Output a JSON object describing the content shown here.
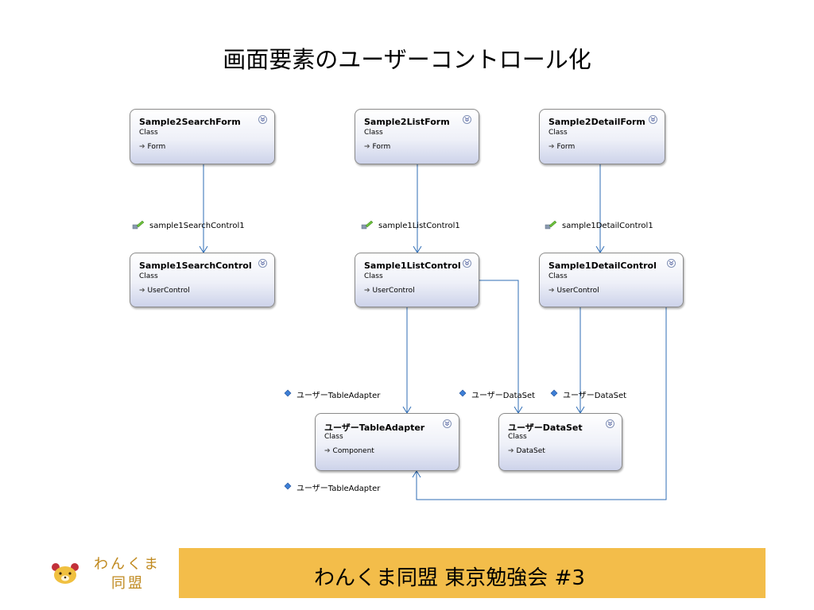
{
  "title": "画面要素のユーザーコントロール化",
  "classes": [
    {
      "name": "Sample2SearchForm",
      "kind": "Class",
      "base": "Form"
    },
    {
      "name": "Sample2ListForm",
      "kind": "Class",
      "base": "Form"
    },
    {
      "name": "Sample2DetailForm",
      "kind": "Class",
      "base": "Form"
    },
    {
      "name": "Sample1SearchControl",
      "kind": "Class",
      "base": "UserControl"
    },
    {
      "name": "Sample1ListControl",
      "kind": "Class",
      "base": "UserControl"
    },
    {
      "name": "Sample1DetailControl",
      "kind": "Class",
      "base": "UserControl"
    },
    {
      "name": "ユーザーTableAdapter",
      "kind": "Class",
      "base": "Component"
    },
    {
      "name": "ユーザーDataSet",
      "kind": "Class",
      "base": "DataSet"
    }
  ],
  "associations": [
    {
      "label": "sample1SearchControl1",
      "icon": "field-icon"
    },
    {
      "label": "sample1ListControl1",
      "icon": "field-icon"
    },
    {
      "label": "sample1DetailControl1",
      "icon": "field-icon"
    },
    {
      "label": "ユーザーTableAdapter",
      "icon": "property-icon"
    },
    {
      "label": "ユーザーDataSet",
      "icon": "property-icon"
    },
    {
      "label": "ユーザーDataSet",
      "icon": "property-icon"
    },
    {
      "label": "ユーザーTableAdapter",
      "icon": "property-icon"
    }
  ],
  "footer": {
    "logo_line1": "わんくま",
    "logo_line2": "同盟",
    "title": "わんくま同盟 東京勉強会 #3",
    "bar_color": "#f3bd4a"
  },
  "colors": {
    "connector": "#2f6db5",
    "class_gradient_bottom": "#cdd3ea"
  }
}
